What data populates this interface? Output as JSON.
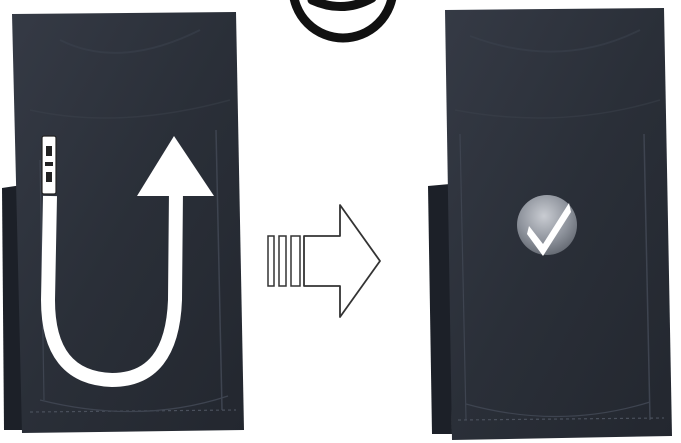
{
  "step": {
    "icon": "step-number-badge"
  },
  "left_panel": {
    "state": "before",
    "fabric_color": "#2a2f38",
    "zipper_icon": "zipper-pull-icon",
    "gesture_icon": "u-turn-arrow-icon"
  },
  "transition": {
    "icon": "next-step-arrow-icon"
  },
  "right_panel": {
    "state": "after",
    "fabric_color": "#2a2f38",
    "status_icon": "checkmark-icon"
  },
  "colors": {
    "background": "#ffffff",
    "fabric": "#2a2f38",
    "fabric_shadow": "#1c2028",
    "stitch": "#3e4450",
    "arrow": "#ffffff",
    "check_badge": "#8a8f98"
  }
}
